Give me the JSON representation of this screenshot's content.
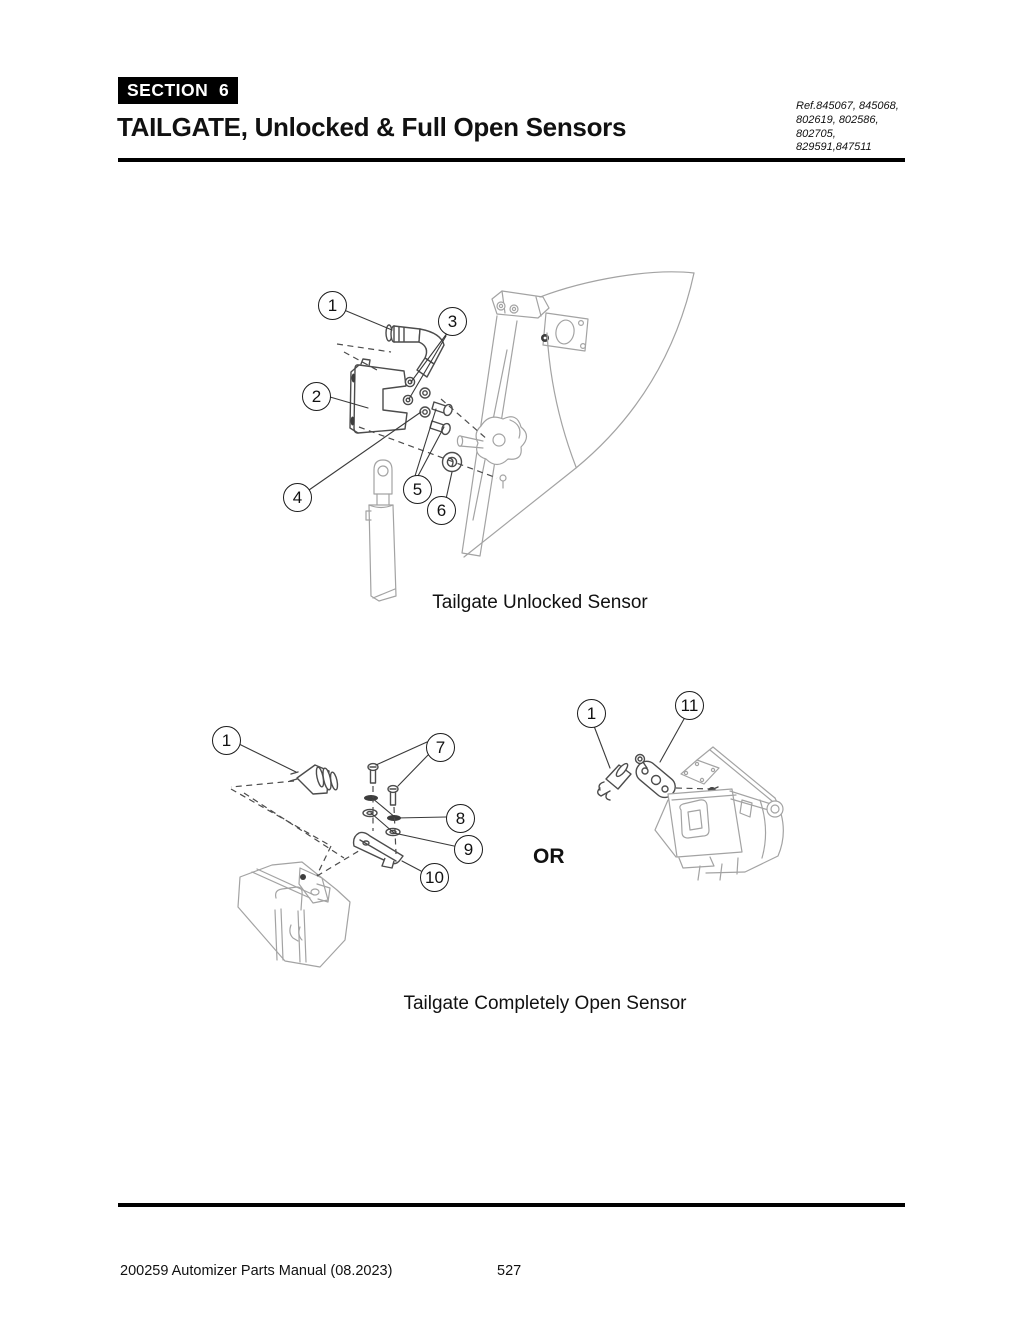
{
  "colors": {
    "header_bar": "#000000",
    "text": "#111111",
    "line_art_dark": "#4c4c4c",
    "line_art_light": "#a3a3a3"
  },
  "header": {
    "section_label": "SECTION  6",
    "title": "TAILGATE, Unlocked & Full Open Sensors",
    "ref_lines": [
      "Ref.845067, 845068,",
      "802619, 802586,",
      "802705,",
      "829591,847511"
    ]
  },
  "figures": {
    "unlocked": {
      "caption": "Tailgate Unlocked Sensor",
      "callouts": [
        "1",
        "3",
        "2",
        "4",
        "5",
        "6"
      ]
    },
    "completely_open": {
      "caption": "Tailgate Completely Open Sensor",
      "or_label": "OR",
      "left_callouts": [
        "1",
        "7",
        "8",
        "9",
        "10"
      ],
      "right_callouts": [
        "1",
        "11"
      ]
    }
  },
  "footer": {
    "manual_title": "200259 Automizer Parts Manual (08.2023)",
    "page_number": "527"
  }
}
